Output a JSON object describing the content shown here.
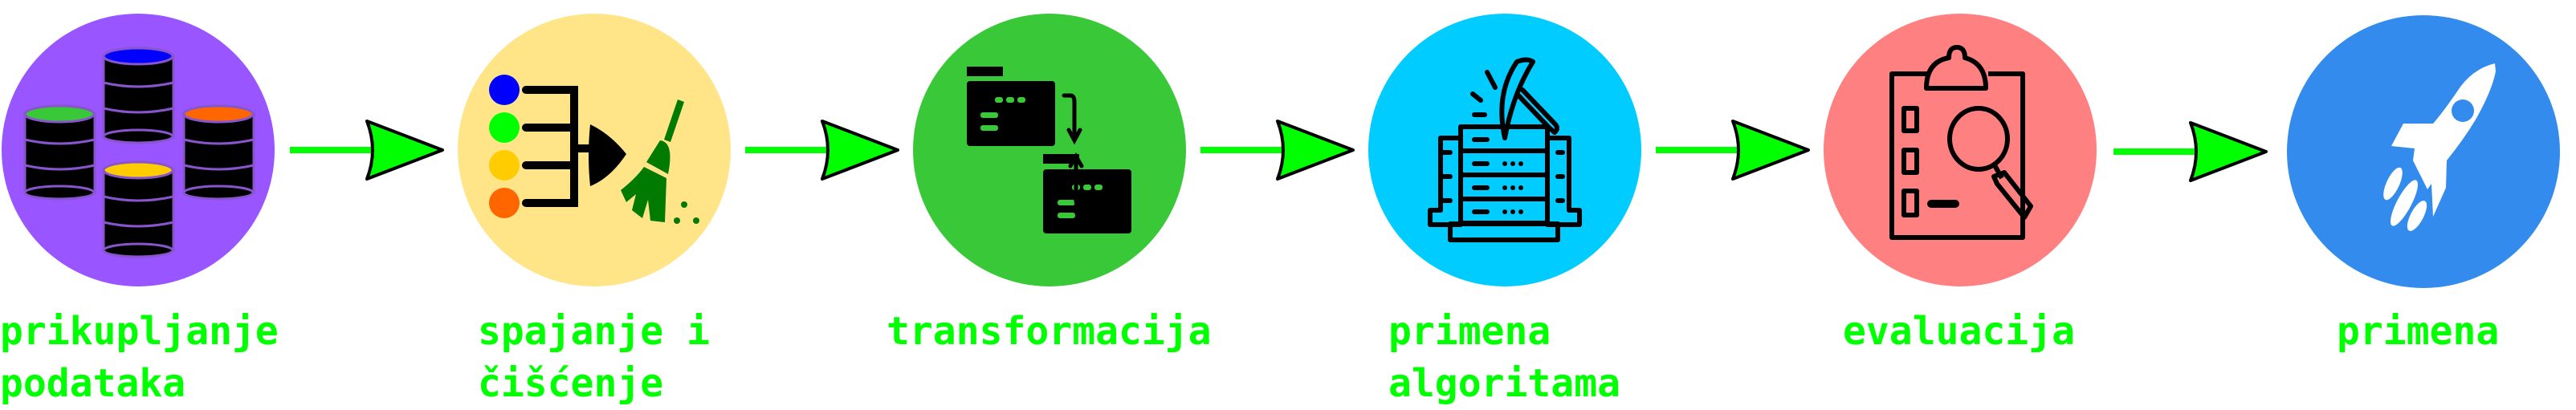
{
  "colors": {
    "label": "#00FF00",
    "arrow_fill": "#00FF00",
    "arrow_stroke": "#000000",
    "step_circles": [
      "#9955FF",
      "#FFE588",
      "#38C838",
      "#00CCFF",
      "#FF8080",
      "#338BEE"
    ]
  },
  "steps": [
    {
      "icon": "database-stack-icon",
      "label_lines": [
        "prikupljanje",
        "podataka"
      ]
    },
    {
      "icon": "merge-and-clean-icon",
      "label_lines": [
        "spajanje i",
        "čišćenje"
      ]
    },
    {
      "icon": "file-transform-icon",
      "label_lines": [
        "transformacija"
      ]
    },
    {
      "icon": "data-mining-icon",
      "label_lines": [
        "primena",
        "algoritama"
      ]
    },
    {
      "icon": "clipboard-inspect-icon",
      "label_lines": [
        "evaluacija"
      ]
    },
    {
      "icon": "rocket-icon",
      "label_lines": [
        "primena"
      ]
    }
  ]
}
